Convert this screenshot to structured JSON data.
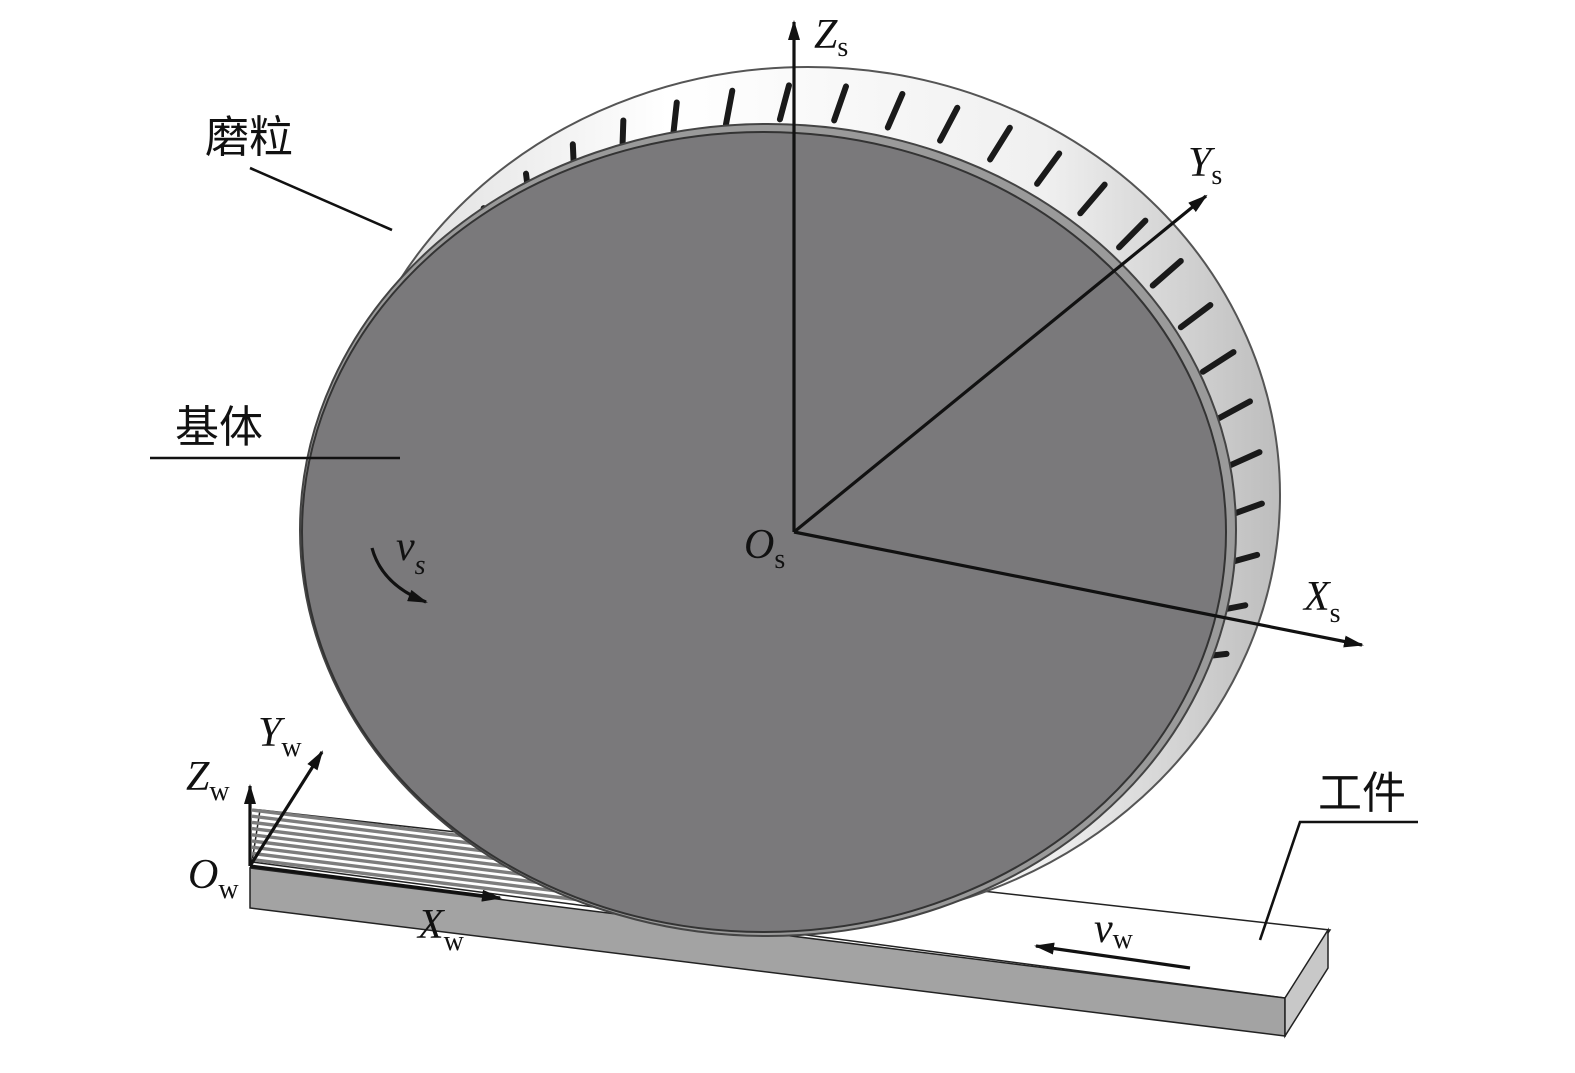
{
  "labels": {
    "abrasive_grain": "磨粒",
    "substrate": "基体",
    "workpiece": "工件"
  },
  "axes": {
    "wheel": {
      "origin": {
        "main": "O",
        "sub": "s"
      },
      "x": {
        "main": "X",
        "sub": "s"
      },
      "y": {
        "main": "Y",
        "sub": "s"
      },
      "z": {
        "main": "Z",
        "sub": "s"
      }
    },
    "workpiece": {
      "origin": {
        "main": "O",
        "sub": "w"
      },
      "x": {
        "main": "X",
        "sub": "w"
      },
      "y": {
        "main": "Y",
        "sub": "w"
      },
      "z": {
        "main": "Z",
        "sub": "w"
      }
    }
  },
  "velocities": {
    "wheel": {
      "main": "v",
      "sub": "s"
    },
    "workpiece": {
      "main": "v",
      "sub": "w"
    }
  },
  "colors": {
    "wheel_face": "#7a797b",
    "wheel_rim": "#f2f2f2",
    "grain": "#1a1a1a",
    "workpiece_top": "#ffffff",
    "workpiece_side": "#a3a3a3",
    "line": "#111111"
  }
}
